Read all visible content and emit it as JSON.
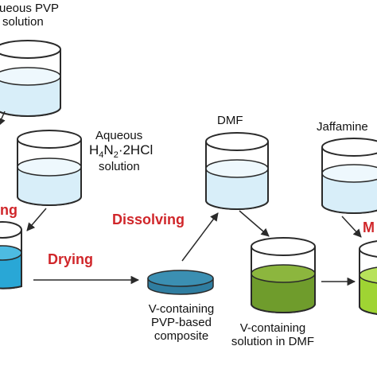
{
  "labels": {
    "pvp_line1": "ueous PVP",
    "pvp_line2": "solution",
    "aq_line1": "Aqueous",
    "aq_h": "H",
    "aq_sub4": "4",
    "aq_n": "N",
    "aq_sub2": "2",
    "aq_rest": "·2HCl",
    "aq_line3": "solution",
    "dmf": "DMF",
    "jeffamine": "Jaffamine",
    "composite_line1": "V-containing",
    "composite_line2": "PVP-based",
    "composite_line3": "composite",
    "solution_line1": "V-containing",
    "solution_line2": "solution in DMF"
  },
  "steps": {
    "left_partial": "ng",
    "drying": "Drying",
    "dissolving": "Dissolving",
    "right_partial": "M"
  },
  "colors": {
    "step_text": "#d0262a",
    "light_blue_liquid": "#d8eef9",
    "blue_liquid": "#29a7d6",
    "composite_blue": "#3b8fb2",
    "green_liquid": "#6f9c2c",
    "lime_liquid": "#9fd433",
    "outline": "#2a2a2a",
    "arrow": "#2a2a2a"
  }
}
